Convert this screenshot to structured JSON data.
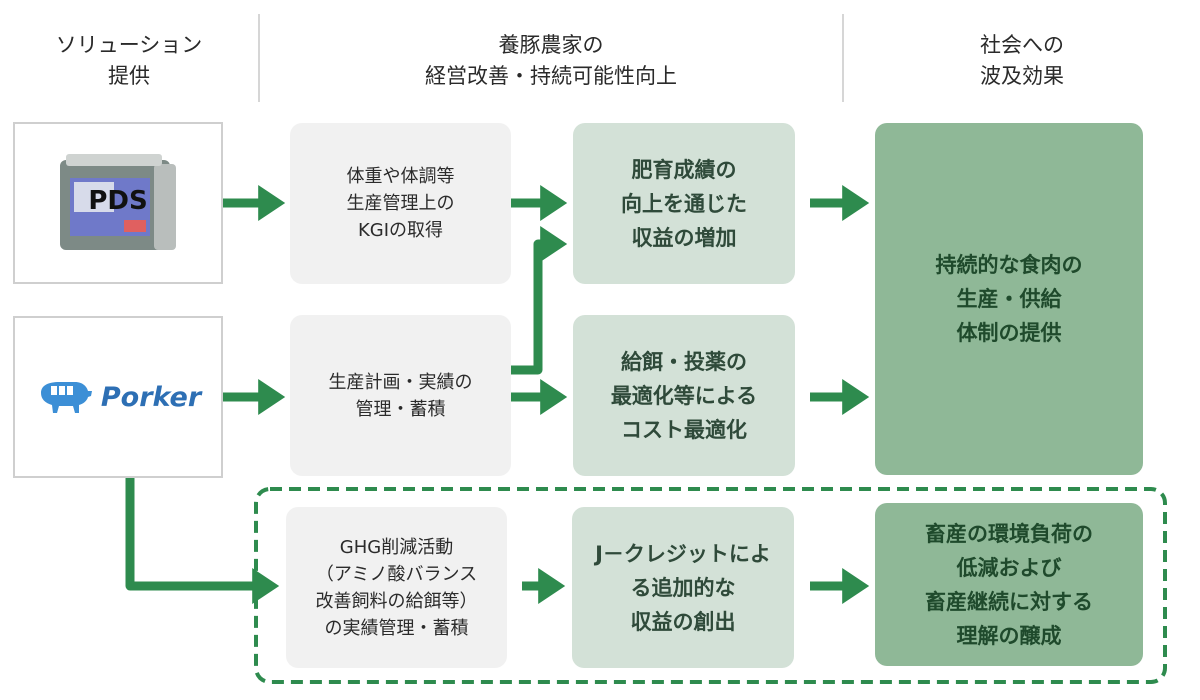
{
  "headers": {
    "solution": "ソリューション\n提供",
    "farm": "養豚農家の\n経営改善・持続可能性向上",
    "society": "社会への\n波及効果"
  },
  "sources": {
    "pds": {
      "label": "PDS",
      "icon": "weighing-device-icon"
    },
    "porker": {
      "label": "Porker",
      "icon": "pig-logo-icon"
    }
  },
  "boxes": {
    "kgi": "体重や体調等\n生産管理上の\nKGIの取得",
    "production": "生産計画・実績の\n管理・蓄積",
    "ghg": "GHG削減活動\n（アミノ酸バランス\n改善飼料の給餌等）\nの実績管理・蓄積",
    "profit": "肥育成績の\n向上を通じた\n収益の増加",
    "cost": "給餌・投薬の\n最適化等による\nコスト最適化",
    "jcredit": "J－クレジットによ\nる追加的な\n収益の創出",
    "society_food": "持続的な食肉の\n生産・供給\n体制の提供",
    "society_env": "畜産の環境負荷の\n低減および\n畜産継続に対する\n理解の醸成"
  },
  "colors": {
    "arrow": "#2e8b4e",
    "grey_box": "#f1f1f1",
    "light_green_box": "#d3e1d7",
    "mid_green_box": "#8fb897",
    "dashed_border": "#2e8b4e"
  }
}
